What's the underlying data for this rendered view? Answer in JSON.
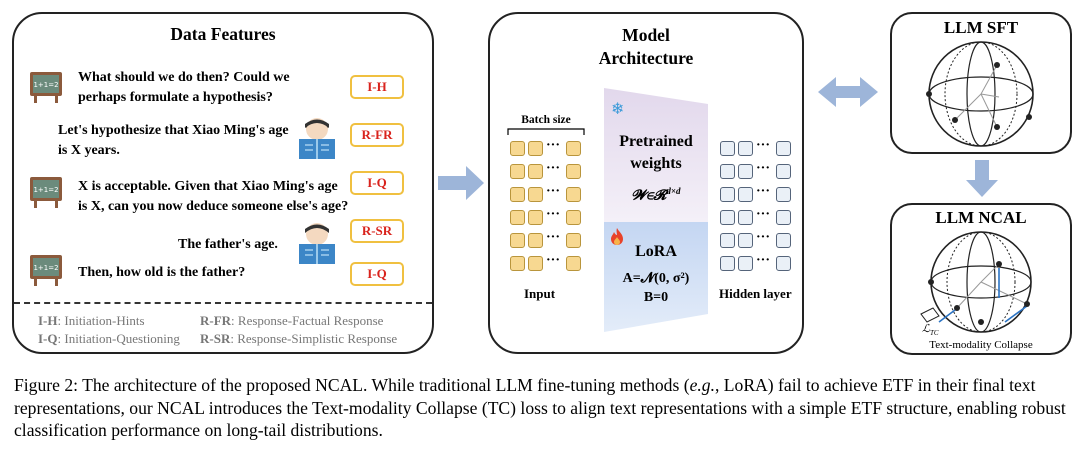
{
  "data_features": {
    "title": "Data Features",
    "dialogue": [
      {
        "text": "What should we do then? Could we perhaps formulate a hypothesis?",
        "tag": "I-H"
      },
      {
        "text": "Let's hypothesize that Xiao Ming's age is X years.",
        "tag": "R-FR"
      },
      {
        "text": "X is acceptable. Given that Xiao Ming's age is X, can you now deduce someone else's age?",
        "tag": "I-Q"
      },
      {
        "text": "The father's age.",
        "tag": "R-SR"
      },
      {
        "text": "Then, how old is the father?",
        "tag": "I-Q"
      }
    ],
    "legend": [
      {
        "abbr": "I-H",
        "desc": "Initiation-Hints"
      },
      {
        "abbr": "R-FR",
        "desc": "Response-Factual Response"
      },
      {
        "abbr": "I-Q",
        "desc": "Initiation-Questioning"
      },
      {
        "abbr": "R-SR",
        "desc": "Response-Simplistic Response"
      }
    ]
  },
  "model": {
    "title_line1": "Model",
    "title_line2": "Architecture",
    "batch_size": "Batch size",
    "input_label": "Input",
    "hidden_label": "Hidden layer",
    "pretrained_line1": "Pretrained",
    "pretrained_line2": "weights",
    "weight_formula": "𝓦∈𝓡",
    "weight_sup": "d×d",
    "lora": "LoRA",
    "lora_a": "A=𝓝(0, σ²)",
    "lora_b": "B=0",
    "ellipsis": "···"
  },
  "sft": {
    "title": "LLM SFT"
  },
  "ncal": {
    "title": "LLM NCAL",
    "loss": "ℒ",
    "loss_sub": "TC",
    "collapse": "Text-modality Collapse"
  },
  "caption": {
    "prefix": "Figure 2:",
    "before_eg": " The architecture of the proposed NCAL. While traditional LLM fine-tuning methods (",
    "eg": "e.g.",
    "after_eg": ", LoRA) fail to achieve ETF in their final text representations, our NCAL introduces the Text-modality Collapse (TC) loss to align text representations with a simple ETF structure, enabling robust classification performance on long-tail distributions."
  },
  "colors": {
    "tag_border": "#f0c040",
    "tag_text": "#d9231d",
    "arrow": "#9db5d9",
    "frozen_gradient_top": "#e9e3f0",
    "lora_gradient": "#c9d9f2",
    "cell_input": "#f7d891",
    "cell_hidden": "#eaf0f7"
  },
  "icons": [
    "teacher-board-icon",
    "student-reading-icon",
    "snowflake-icon",
    "fire-icon"
  ]
}
